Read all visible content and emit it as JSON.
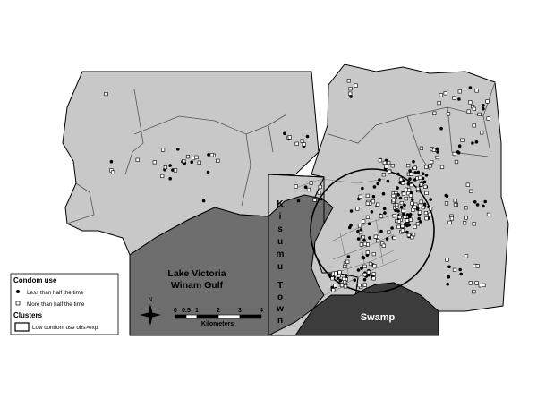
{
  "map": {
    "water_body_line1": "Lake Victoria",
    "water_body_line2": "Winam Gulf",
    "swamp_label": "Swamp",
    "town_label_letters": [
      "K",
      "i",
      "s",
      "u",
      "m",
      "u"
    ],
    "town_label_letters2": [
      "T",
      "o",
      "w",
      "n"
    ]
  },
  "legend": {
    "title": "Condom use",
    "items": [
      {
        "label": "Less than half the time",
        "symbol": "dot"
      },
      {
        "label": "More than half the time",
        "symbol": "square"
      }
    ],
    "clusters_title": "Clusters",
    "cluster_item": "Low condom use obs>exp"
  },
  "scale": {
    "ticks": [
      "0",
      "0.5",
      "1",
      "2",
      "3",
      "4"
    ],
    "unit": "Kilometers",
    "north": "N"
  },
  "colors": {
    "land": "#c8c8c8",
    "lake": "#6e6e6e",
    "swamp": "#3c3c3c",
    "outline": "#000000"
  }
}
